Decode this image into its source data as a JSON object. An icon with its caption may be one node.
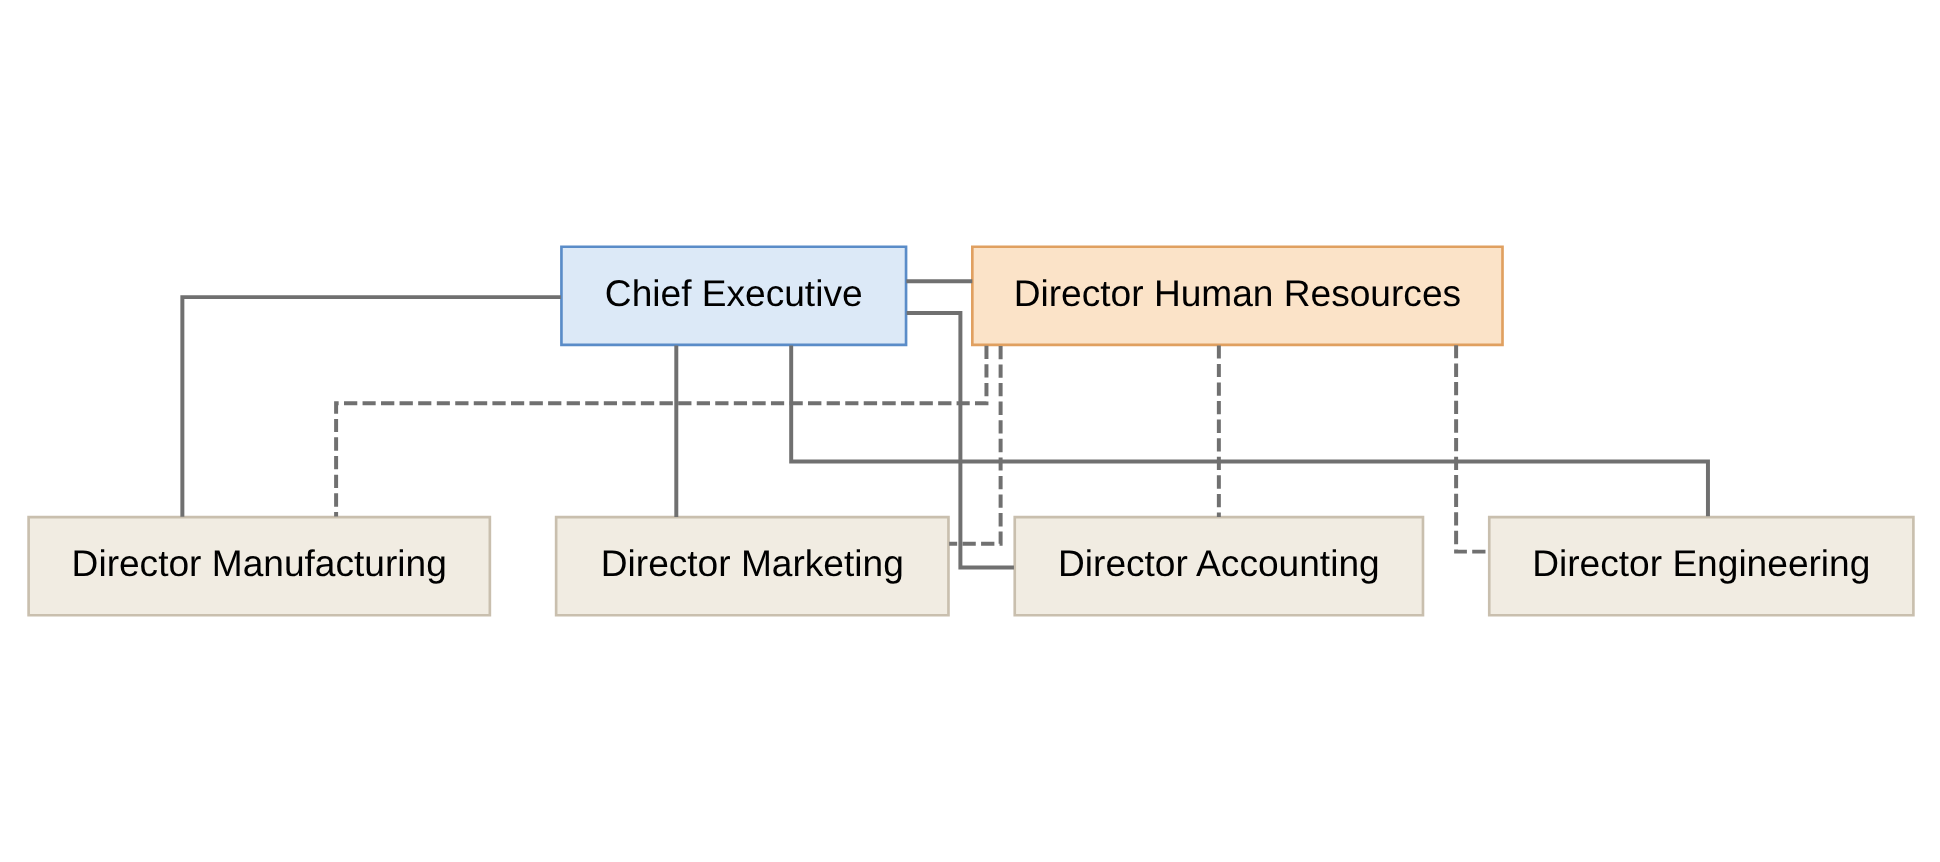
{
  "diagram": {
    "nodes": [
      {
        "text": [
          "Chief Executive"
        ]
      },
      {
        "text": [
          "Director Human Resources"
        ]
      },
      {
        "text": [
          "Director Manufacturing"
        ]
      },
      {
        "text": [
          "Director Marketing"
        ]
      },
      {
        "text": [
          "Director Accounting"
        ]
      },
      {
        "text": [
          "Director Engineering"
        ]
      }
    ],
    "edges": [
      {
        "from": 0,
        "to": 1,
        "arrow": "none"
      },
      {
        "from": 0,
        "to": 2,
        "arrow": "none"
      },
      {
        "from": 0,
        "to": 3,
        "arrow": "none"
      },
      {
        "from": 0,
        "to": 4,
        "arrow": "none"
      },
      {
        "from": 0,
        "to": 5,
        "arrow": "none"
      },
      {
        "from": 1,
        "to": 2,
        "arrow": "none",
        "style": "dashed"
      },
      {
        "from": 1,
        "to": 3,
        "arrow": "none",
        "style": "dashed"
      },
      {
        "from": 1,
        "to": 4,
        "arrow": "none",
        "style": "dashed"
      },
      {
        "from": 1,
        "to": 5,
        "arrow": "none",
        "style": "dashed"
      }
    ]
  }
}
